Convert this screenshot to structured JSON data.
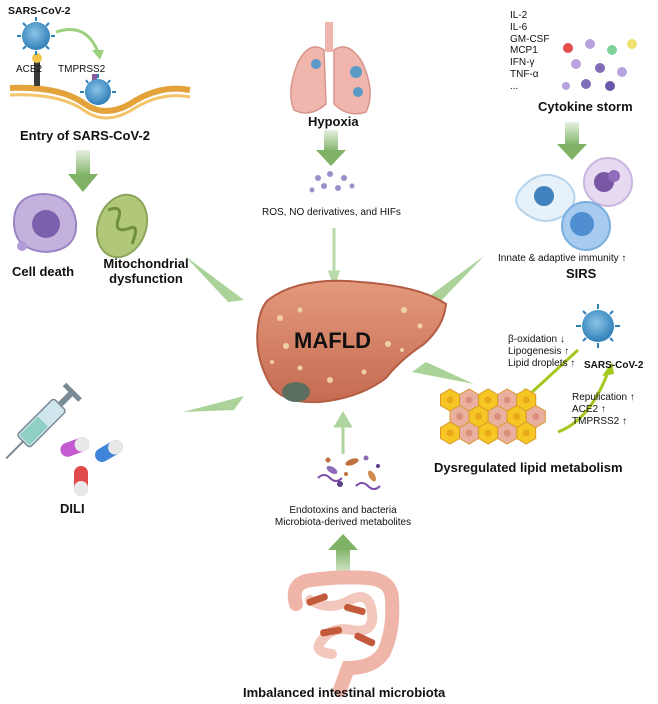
{
  "entry": {
    "virus_label": "SARS-CoV-2",
    "ace2": "ACE2",
    "tmprss2": "TMPRSS2",
    "title": "Entry of SARS-CoV-2"
  },
  "hypoxia": {
    "title": "Hypoxia",
    "products": "ROS, NO derivatives, and HIFs"
  },
  "cytokine": {
    "list": [
      "IL-2",
      "IL-6",
      "GM-CSF",
      "MCP1",
      "IFN-γ",
      "TNF-α",
      "..."
    ],
    "title": "Cytokine storm",
    "immunity": "Innate & adaptive immunity ↑",
    "sirs": "SIRS"
  },
  "cell_death": {
    "cell_death": "Cell death",
    "mito_line1": "Mitochondrial",
    "mito_line2": "dysfunction"
  },
  "center": {
    "label": "MAFLD"
  },
  "lipid": {
    "effects": [
      "β-oxidation ↓",
      "Lipogenesis ↑",
      "Lipid droplets ↑"
    ],
    "virus_label": "SARS-CoV-2",
    "replication": [
      "Repulication ↑",
      "ACE2 ↑",
      "TMPRSS2 ↑"
    ],
    "title": "Dysregulated lipid metabolism"
  },
  "dili": {
    "title": "DILI"
  },
  "microbiota": {
    "line1": "Endotoxins and bacteria",
    "line2": "Microbiota-derived metabolites",
    "title": "Imbalanced intestinal microbiota"
  },
  "colors": {
    "arrow_green": "#7fb265",
    "lime_arrow": "#a5c81e",
    "liver": "#d8876a",
    "virus": "#3f92c8",
    "lung": "#f0b6ad",
    "hex_yellow": "#f5c624",
    "hex_pink": "#eab09f"
  }
}
